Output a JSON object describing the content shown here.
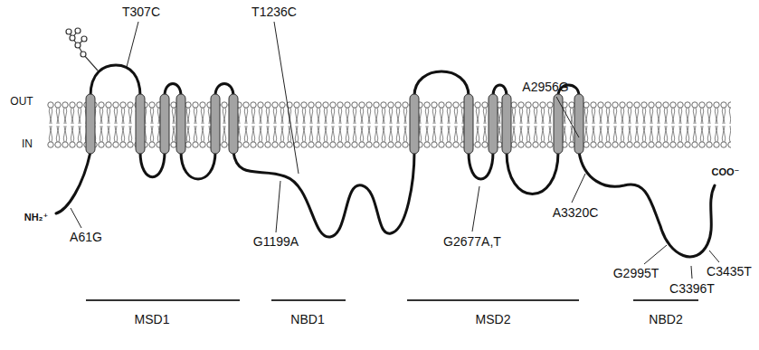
{
  "diagram": {
    "labels": [
      "T307C",
      "T1236C",
      "A2956G",
      "OUT",
      "IN",
      "NH₂⁺",
      "A61G",
      "G1199A",
      "G2677A,T",
      "A3320C",
      "G2995T",
      "C3396T",
      "C3435T",
      "COO⁻",
      "MSD1",
      "NBD1",
      "MSD2",
      "NBD2"
    ]
  }
}
